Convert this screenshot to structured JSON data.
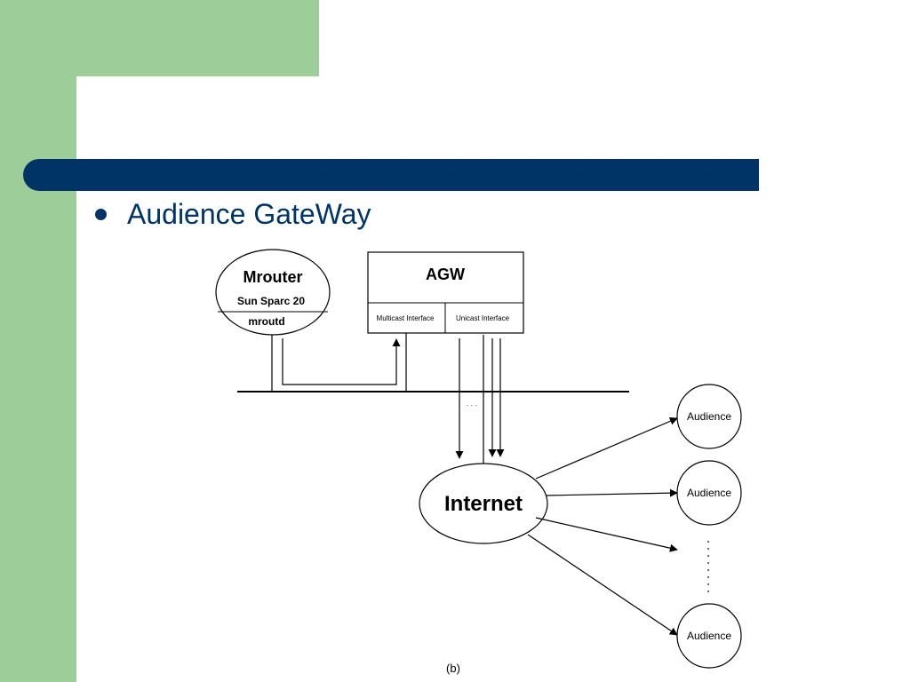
{
  "slide": {
    "title": "Audience GateWay",
    "colors": {
      "accent": "#003366",
      "side_band": "#9dcd98"
    }
  },
  "diagram": {
    "mrouter": {
      "name": "Mrouter",
      "machine": "Sun Sparc 20",
      "daemon": "mroutd"
    },
    "agw": {
      "name": "AGW",
      "multicast_label": "Multicast Interface",
      "unicast_label": "Unicast Interface"
    },
    "internet": {
      "label": "Internet"
    },
    "audiences": [
      {
        "label": "Audience"
      },
      {
        "label": "Audience"
      },
      {
        "label": "Audience"
      }
    ],
    "ellipsis": "· · ·",
    "caption": "(b)"
  }
}
